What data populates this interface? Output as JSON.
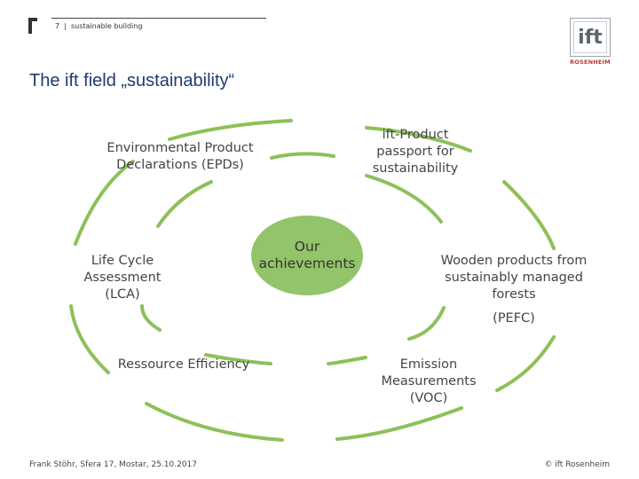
{
  "header": {
    "slide_number": "7",
    "section": "sustainable building"
  },
  "logo": {
    "mark": "ift",
    "sub": "ROSENHEIM"
  },
  "title": "The ift field „sustainability“",
  "diagram": {
    "center": "Our achievements",
    "center_lines": [
      "Our",
      "achievements"
    ],
    "items": {
      "epd": [
        "Environmental Product",
        "Declarations (EPDs)"
      ],
      "passport": [
        "ift-Product",
        "passport for",
        "sustainability"
      ],
      "lca": [
        "Life Cycle",
        "Assessment",
        "(LCA)"
      ],
      "wooden": [
        "Wooden products from",
        "sustainably managed",
        "forests",
        "",
        "(PEFC)"
      ],
      "efficiency": [
        "Ressource Efficiency"
      ],
      "emission": [
        "Emission",
        "Measurements",
        "(VOC)"
      ]
    },
    "colors": {
      "arc": "#8dc05a",
      "center_fill": "#92c46a"
    }
  },
  "footer": {
    "left": "Frank Stöhr, Sfera 17, Mostar, 25.10.2017",
    "right": "© ift Rosenheim"
  }
}
